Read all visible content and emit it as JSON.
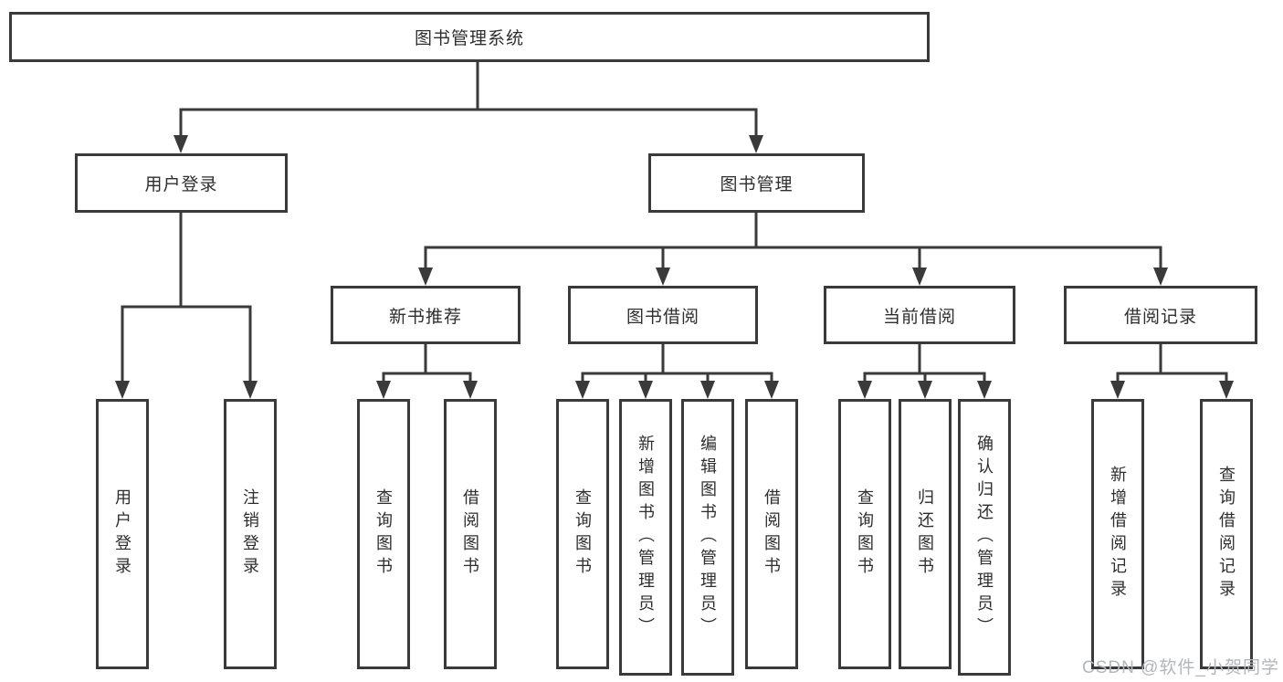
{
  "tree": {
    "root": "图书管理系统",
    "modules": [
      {
        "label": "用户登录",
        "features": [
          "用户登录",
          "注销登录"
        ]
      },
      {
        "label": "图书管理",
        "sections": [
          {
            "label": "新书推荐",
            "features": [
              "查询图书",
              "借阅图书"
            ]
          },
          {
            "label": "图书借阅",
            "features": [
              "查询图书",
              "新增图书（管理员）",
              "编辑图书（管理员）",
              "借阅图书"
            ]
          },
          {
            "label": "当前借阅",
            "features": [
              "查询图书",
              "归还图书",
              "确认归还（管理员）"
            ]
          },
          {
            "label": "借阅记录",
            "features": [
              "新增借阅记录",
              "查询借阅记录"
            ]
          }
        ]
      }
    ]
  },
  "watermark": {
    "text": "CSDN @软件_小贺同学"
  },
  "colors": {
    "line": "#3a3a3a",
    "border": "#3a3a3a",
    "text": "#2e2e2e",
    "bg": "#ffffff",
    "watermark": "#b3b6ba"
  }
}
